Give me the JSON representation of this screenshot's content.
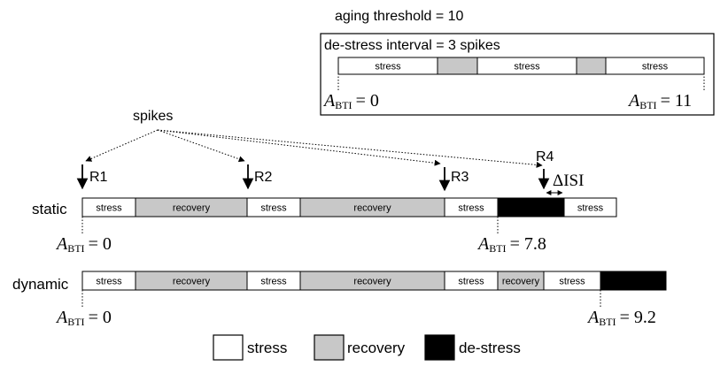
{
  "inset": {
    "threshold_label": "aging threshold = 10",
    "interval_label": "de-stress interval = 3 spikes",
    "segments": [
      {
        "type": "stress",
        "label": "stress"
      },
      {
        "type": "recovery",
        "label": ""
      },
      {
        "type": "stress",
        "label": "stress"
      },
      {
        "type": "recovery",
        "label": ""
      },
      {
        "type": "stress",
        "label": "stress"
      }
    ],
    "abti_start": {
      "symbol": "A",
      "sub": "BTI",
      "value": "= 0"
    },
    "abti_end": {
      "symbol": "A",
      "sub": "BTI",
      "value": "= 11"
    }
  },
  "spikes_label": "spikes",
  "requests": [
    "R1",
    "R2",
    "R3",
    "R4"
  ],
  "delta_isi": "ΔISI",
  "static_row": {
    "label": "static",
    "segments": [
      {
        "type": "stress",
        "label": "stress"
      },
      {
        "type": "recovery",
        "label": "recovery"
      },
      {
        "type": "stress",
        "label": "stress"
      },
      {
        "type": "recovery",
        "label": "recovery"
      },
      {
        "type": "stress",
        "label": "stress"
      },
      {
        "type": "destress",
        "label": ""
      },
      {
        "type": "stress",
        "label": "stress"
      }
    ],
    "abti_start": {
      "symbol": "A",
      "sub": "BTI",
      "value": "= 0"
    },
    "abti_mid": {
      "symbol": "A",
      "sub": "BTI",
      "value": "= 7.8"
    }
  },
  "dynamic_row": {
    "label": "dynamic",
    "segments": [
      {
        "type": "stress",
        "label": "stress"
      },
      {
        "type": "recovery",
        "label": "recovery"
      },
      {
        "type": "stress",
        "label": "stress"
      },
      {
        "type": "recovery",
        "label": "recovery"
      },
      {
        "type": "stress",
        "label": "stress"
      },
      {
        "type": "recovery",
        "label": "recovery"
      },
      {
        "type": "stress",
        "label": "stress"
      },
      {
        "type": "destress",
        "label": ""
      }
    ],
    "abti_start": {
      "symbol": "A",
      "sub": "BTI",
      "value": "= 0"
    },
    "abti_end": {
      "symbol": "A",
      "sub": "BTI",
      "value": "= 9.2"
    }
  },
  "legend": [
    {
      "type": "stress",
      "label": "stress"
    },
    {
      "type": "recovery",
      "label": "recovery"
    },
    {
      "type": "destress",
      "label": "de-stress"
    }
  ],
  "colors": {
    "stress": "#ffffff",
    "recovery": "#c8c8c8",
    "destress": "#000000",
    "stroke": "#000000"
  }
}
